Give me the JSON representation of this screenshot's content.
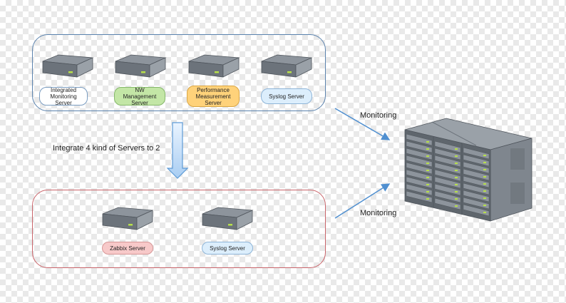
{
  "top_group": {
    "servers": [
      {
        "label": "Integrated\nMonitoring Server",
        "style": "white"
      },
      {
        "label": "NW Management\nServer",
        "style": "green"
      },
      {
        "label": "Performance\nMeasurement\nServer",
        "style": "orange"
      },
      {
        "label": "Syslog Server",
        "style": "blue"
      }
    ]
  },
  "bottom_group": {
    "servers": [
      {
        "label": "Zabbix Server",
        "style": "red"
      },
      {
        "label": "Syslog Server",
        "style": "blue"
      }
    ]
  },
  "integrate_text": "Integrate 4 kind of Servers to 2",
  "monitoring_top": "Monitoring",
  "monitoring_bottom": "Monitoring",
  "colors": {
    "top_border": "#5a82ad",
    "bottom_border": "#c9646a",
    "arrow": "#4f8fd0",
    "led": "#b7e04a"
  }
}
